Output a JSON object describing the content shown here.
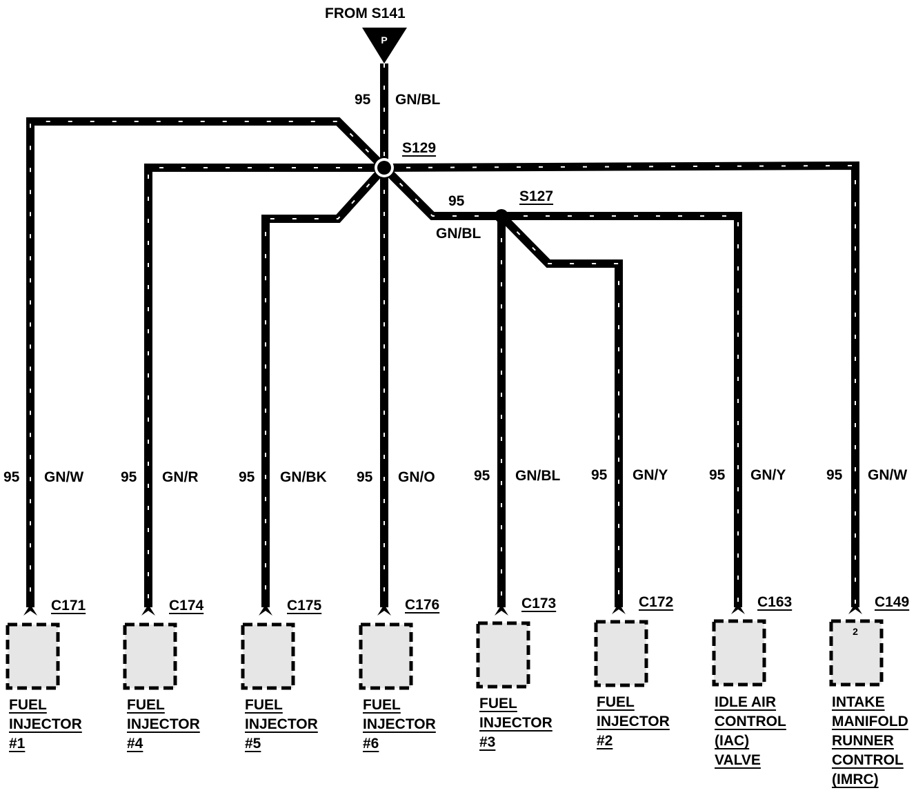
{
  "source": {
    "label": "FROM S141",
    "connector_letter": "P",
    "circuit": "95",
    "color": "GN/BL"
  },
  "splices": [
    {
      "id": "S129"
    },
    {
      "id": "S127",
      "feed_circuit": "95",
      "feed_color": "GN/BL"
    }
  ],
  "branches": [
    {
      "circuit": "95",
      "color": "GN/W",
      "connector": "C171",
      "pin": "",
      "lines": [
        "FUEL",
        "INJECTOR",
        "#1"
      ]
    },
    {
      "circuit": "95",
      "color": "GN/R",
      "connector": "C174",
      "pin": "",
      "lines": [
        "FUEL",
        "INJECTOR",
        "#4"
      ]
    },
    {
      "circuit": "95",
      "color": "GN/BK",
      "connector": "C175",
      "pin": "",
      "lines": [
        "FUEL",
        "INJECTOR",
        "#5"
      ]
    },
    {
      "circuit": "95",
      "color": "GN/O",
      "connector": "C176",
      "pin": "",
      "lines": [
        "FUEL",
        "INJECTOR",
        "#6"
      ]
    },
    {
      "circuit": "95",
      "color": "GN/BL",
      "connector": "C173",
      "pin": "",
      "lines": [
        "FUEL",
        "INJECTOR",
        "#3"
      ]
    },
    {
      "circuit": "95",
      "color": "GN/Y",
      "connector": "C172",
      "pin": "",
      "lines": [
        "FUEL",
        "INJECTOR",
        "#2"
      ]
    },
    {
      "circuit": "95",
      "color": "GN/Y",
      "connector": "C163",
      "pin": "",
      "lines": [
        "IDLE AIR",
        "CONTROL",
        "(IAC)",
        "VALVE"
      ]
    },
    {
      "circuit": "95",
      "color": "GN/W",
      "connector": "C149",
      "pin": "2",
      "lines": [
        "INTAKE",
        "MANIFOLD",
        "RUNNER",
        "CONTROL",
        "(IMRC)"
      ]
    }
  ],
  "colors": {
    "wire": "#000000",
    "wire_stripe": "#ffffff",
    "component_fill": "#e6e6e6"
  }
}
